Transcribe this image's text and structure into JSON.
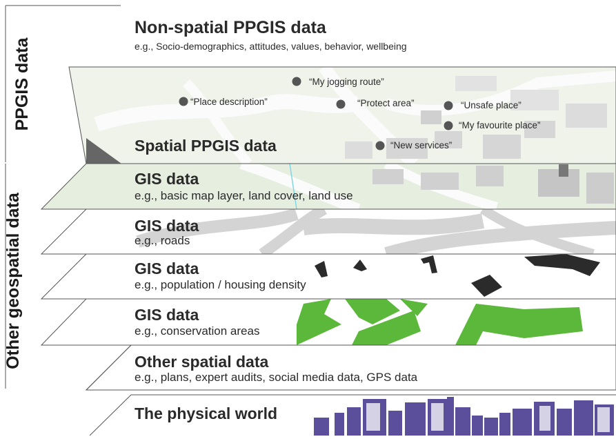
{
  "side_labels": {
    "top": "PPGIS data",
    "bottom": "Other geospatial data"
  },
  "layers": {
    "non_spatial": {
      "title": "Non-spatial PPGIS data",
      "subtitle": "e.g., Socio-demographics, attitudes, values, behavior, wellbeing"
    },
    "spatial_ppgis": {
      "title": "Spatial PPGIS data",
      "pins": [
        "“My jogging route”",
        "“Place description”",
        "“Protect area”",
        "“Unsafe place”",
        "“My favourite place”",
        "“New services”"
      ]
    },
    "gis_basic": {
      "title": "GIS data",
      "subtitle": "e.g., basic map layer, land cover, land use"
    },
    "gis_roads": {
      "title": "GIS data",
      "subtitle": "e.g., roads"
    },
    "gis_population": {
      "title": "GIS data",
      "subtitle": "e.g., population / housing density"
    },
    "gis_conservation": {
      "title": "GIS data",
      "subtitle": "e.g., conservation areas"
    },
    "other_spatial": {
      "title": "Other spatial data",
      "subtitle": "e.g., plans, expert audits, social media data, GPS data"
    },
    "physical_world": {
      "title": "The physical world"
    }
  },
  "colors": {
    "map_bg": "#e6eee0",
    "map_road": "#fbfbfb",
    "building_gray": "#c9c9c9",
    "road_gray": "#cfcfcf",
    "dark_building": "#2b2b2b",
    "green": "#5cb83a",
    "skyline": "#5b4e9a",
    "pin": "#555555"
  }
}
